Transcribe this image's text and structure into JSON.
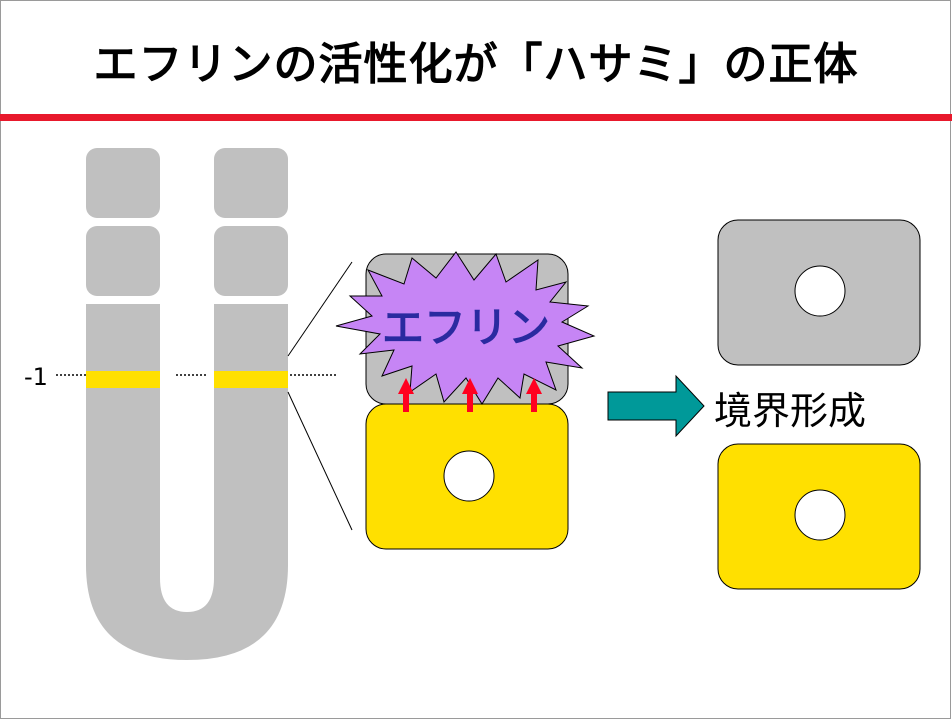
{
  "title": "エフリンの活性化が「ハサミ」の正体",
  "diagram": {
    "segment_label": "-1",
    "burst_label": "エフリン",
    "result_label": "境界形成"
  },
  "colors": {
    "title_rule": "#e8192c",
    "chromosome_gray": "#c0c0c0",
    "band_yellow": "#ffe000",
    "cell_gray": "#c0c0c0",
    "cell_yellow": "#ffe000",
    "burst_fill": "#c685f5",
    "burst_text": "#2a2aa0",
    "arrow_red": "#ff0020",
    "big_arrow_teal": "#009999"
  },
  "icons": {
    "upward_arrows": "red-up-arrow",
    "transition_arrow": "teal-right-arrow"
  }
}
